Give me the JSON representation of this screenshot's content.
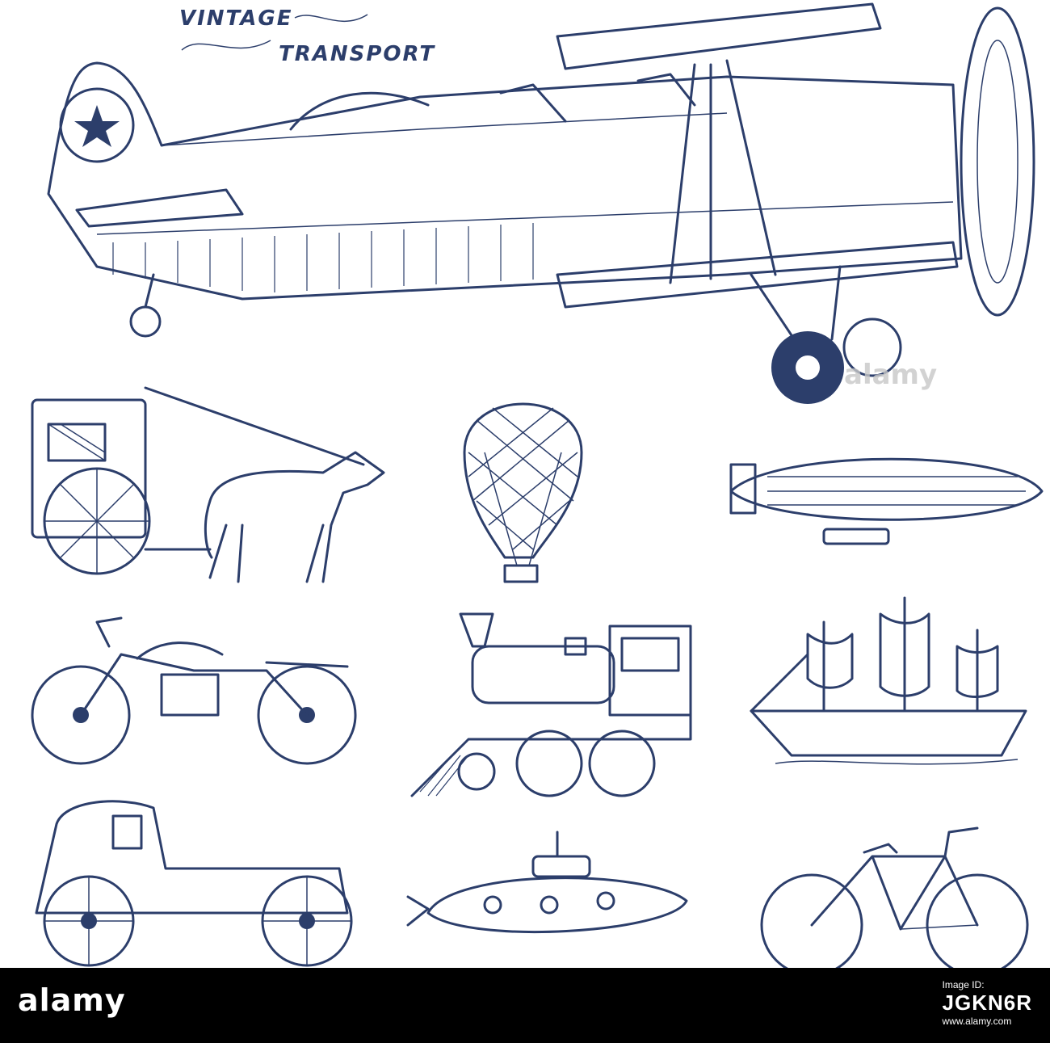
{
  "illustration": {
    "title_line1": "VINTAGE",
    "title_line2": "TRANSPORT",
    "items": [
      "biplane",
      "horse-carriage",
      "hot-air-balloon",
      "airship",
      "motorcycle",
      "steam-locomotive",
      "sailing-ship",
      "vintage-car",
      "submarine",
      "bicycle"
    ],
    "ink_color": "#2c3e6b"
  },
  "watermark": {
    "text": "alamy"
  },
  "footer": {
    "logo": "alamy",
    "image_id_label": "Image ID:",
    "image_id": "JGKN6R",
    "url": "www.alamy.com",
    "background": "#000000"
  }
}
